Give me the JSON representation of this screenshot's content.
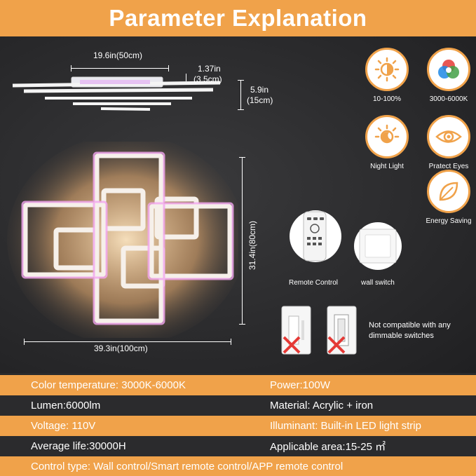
{
  "title": "Parameter Explanation",
  "dimensions": {
    "top_width": "19.6in(50cm)",
    "top_thickness_line1": "1.37in",
    "top_thickness_line2": "(3.5cm)",
    "top_height_line1": "5.9in",
    "top_height_line2": "(15cm)",
    "front_height": "31.4in(80cm)",
    "front_width": "39.3in(100cm)"
  },
  "features": [
    {
      "label": "10-100%",
      "icon": "dimmer-icon"
    },
    {
      "label": "3000-6000K",
      "icon": "color-wheel-icon"
    },
    {
      "label": "Night Light",
      "icon": "night-light-icon"
    },
    {
      "label": "Pratect Eyes",
      "icon": "eye-icon"
    },
    {
      "label": "Energy Saving",
      "icon": "leaf-icon"
    }
  ],
  "controls": {
    "remote_label": "Remote Control",
    "switch_label": "wall switch",
    "not_compatible": "Not compatible with any dimmable switches"
  },
  "specs": [
    {
      "left": "Color temperature: 3000K-6000K",
      "right": "Power:100W"
    },
    {
      "left": "Lumen:6000lm",
      "right": "Material: Acrylic + iron"
    },
    {
      "left": "Voltage: 110V",
      "right": "Illuminant: Built-in LED light strip"
    },
    {
      "left": "Average life:30000H",
      "right": "Applicable area:15-25 ㎡"
    },
    {
      "left": "Control type: Wall control/Smart remote control/APP remote control",
      "right": ""
    }
  ],
  "colors": {
    "accent": "#f0a24a",
    "background": "#2a2a2c",
    "cross": "#e53935"
  }
}
